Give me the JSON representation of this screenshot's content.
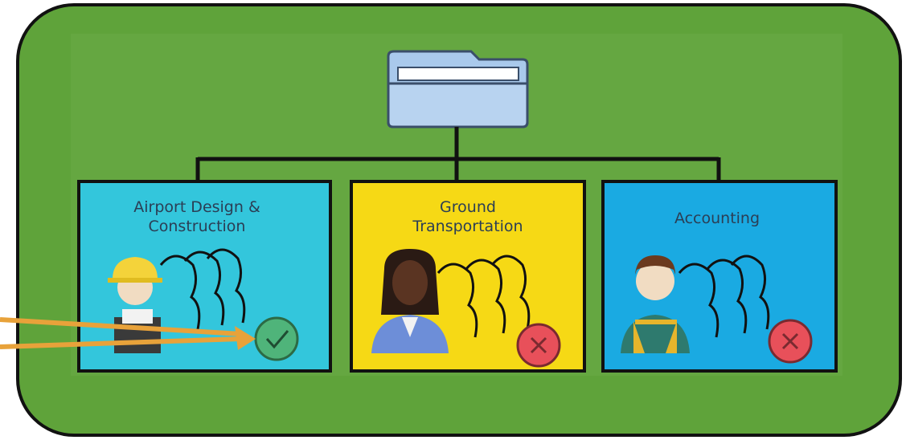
{
  "colors": {
    "outer_bg": "#5fa33a",
    "outer_border": "#111111",
    "inner_bg": "#6aab47",
    "connector": "#111111",
    "folder_fill": "#a9c9ec",
    "folder_stroke": "#3a4e6a",
    "arrow": "#e8a23a"
  },
  "departments": [
    {
      "name": "Airport Design &\nConstruction",
      "color": "#33c6dc",
      "person_icon": "construction-worker-icon",
      "status": "approved",
      "status_icon": "checkmark-icon",
      "status_color": "#4fb47a"
    },
    {
      "name": "Ground\nTransportation",
      "color": "#f6d915",
      "person_icon": "businesswoman-icon",
      "status": "denied",
      "status_icon": "x-icon",
      "status_color": "#e8505a"
    },
    {
      "name": "Accounting",
      "color": "#1aaae2",
      "person_icon": "worker-vest-icon",
      "status": "denied",
      "status_icon": "x-icon",
      "status_color": "#e8505a"
    }
  ]
}
